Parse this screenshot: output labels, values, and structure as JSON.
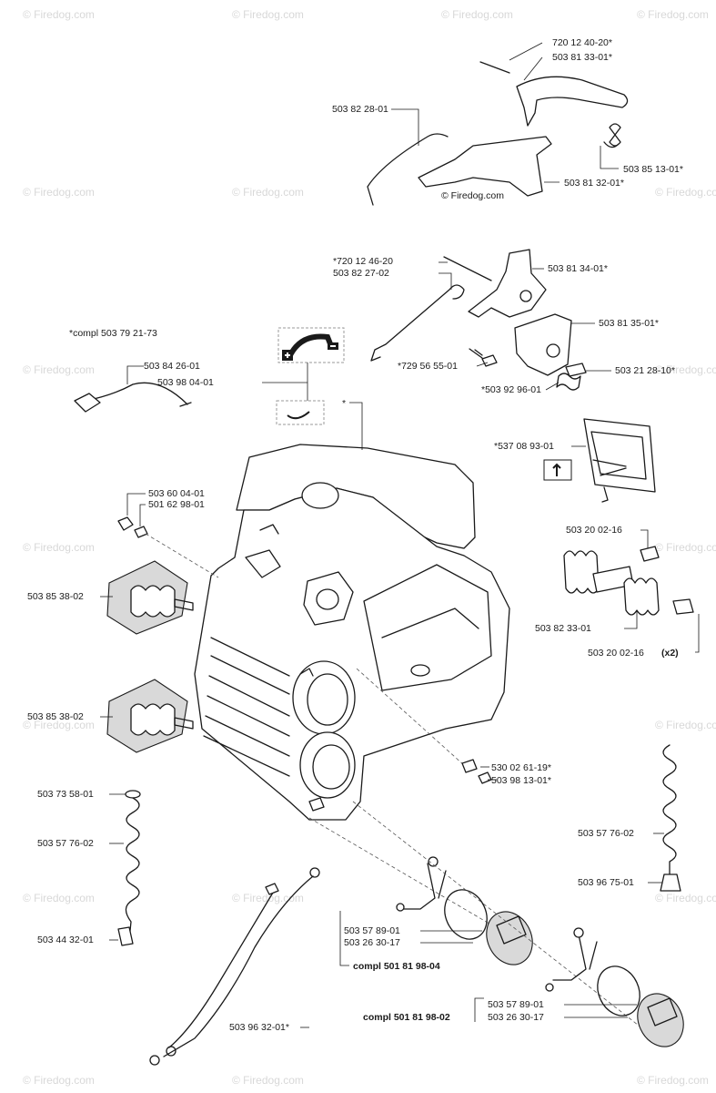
{
  "watermark": {
    "text": "© Firedog.com",
    "inline_text": "© Firedog.com"
  },
  "labels": {
    "p01": "720 12 40-20*",
    "p02": "503 81 33-01*",
    "p03": "503 82 28-01",
    "p04": "503 85 13-01*",
    "p05": "503 81 32-01*",
    "p06": "*720 12 46-20",
    "p07": "503 82 27-02",
    "p08": "503 81 34-01*",
    "p09": "503 81 35-01*",
    "p10": "*compl 503 79 21-73",
    "p11": "503 84 26-01",
    "p12": "503 98 04-01",
    "p13": "*729 56 55-01",
    "p14": "503 21 28-10*",
    "p15": "*503 92 96-01",
    "p16": "*",
    "p17": "*537 08 93-01",
    "p18": "503 60 04-01",
    "p19": "501 62 98-01",
    "p20": "503 20 02-16",
    "p21": "503 85 38-02",
    "p22": "503 82 33-01",
    "p23": "503 20 02-16",
    "p23x": "(x2)",
    "p24": "503 85 38-02",
    "p25": "530 02 61-19*",
    "p26": "503 98 13-01*",
    "p27": "503 73 58-01",
    "p28": "503 57 76-02",
    "p29": "503 57 76-02",
    "p30": "503 96 75-01",
    "p31": "503 57 89-01",
    "p32": "503 26 30-17",
    "p33": "503 44 32-01",
    "p34": "compl 501 81 98-04",
    "p35": "503 96 32-01*",
    "p36": "503 57 89-01",
    "p37": "503 26 30-17",
    "p38": "compl 501 81 98-02"
  },
  "icons": [
    "rotation-arrow-icon",
    "arrow-up-icon",
    "plus-icon",
    "minus-icon"
  ]
}
